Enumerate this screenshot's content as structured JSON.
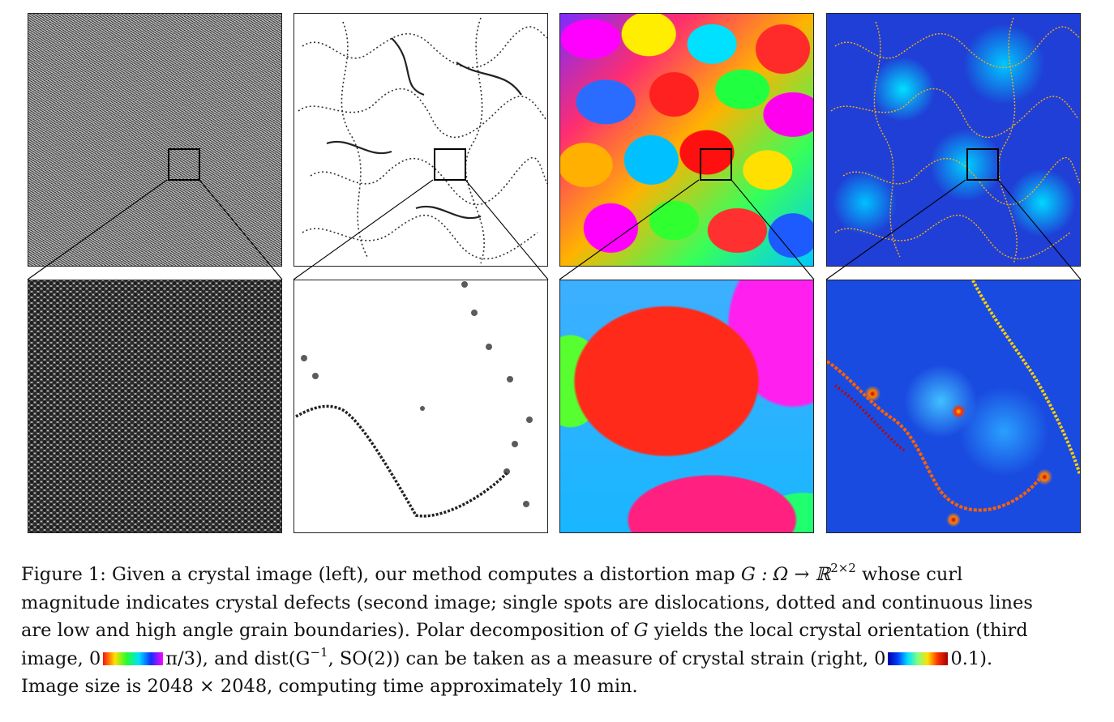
{
  "figure": {
    "panels_top": [
      {
        "name": "crystal-image",
        "colors": [
          "#8a8a8a"
        ]
      },
      {
        "name": "curl-magnitude",
        "colors": [
          "#ffffff"
        ]
      },
      {
        "name": "orientation-map",
        "colors": [
          "#ff00ff",
          "#ffee00",
          "#00e0ff",
          "#ff2a2a",
          "#2a6cff",
          "#20ff40"
        ]
      },
      {
        "name": "strain-map",
        "colors": [
          "#1f3fd6",
          "#00e0ff"
        ]
      }
    ],
    "panels_bottom": [
      {
        "name": "crystal-image-zoom"
      },
      {
        "name": "curl-magnitude-zoom"
      },
      {
        "name": "orientation-map-zoom"
      },
      {
        "name": "strain-map-zoom"
      }
    ]
  },
  "caption": {
    "line1_a": "Figure 1:  Given a crystal image (left), our method computes a distortion map ",
    "line1_math": "G : Ω → ℝ",
    "line1_sup": "2×2",
    "line1_b": " whose curl",
    "line2": "magnitude indicates crystal defects (second image; single spots are dislocations, dotted and continuous lines",
    "line3_a": "are low and high angle grain boundaries). Polar decomposition of ",
    "line3_math": "G",
    "line3_b": " yields the local crystal orientation (third",
    "line4_a": "image, 0",
    "line4_b": "π/3), and dist(G",
    "line4_sup": "−1",
    "line4_c": ", SO(2)) can be taken as a measure of crystal strain (right, 0",
    "line4_d": "0.1).",
    "line5": "Image size is 2048 × 2048, computing time approximately 10 min."
  }
}
